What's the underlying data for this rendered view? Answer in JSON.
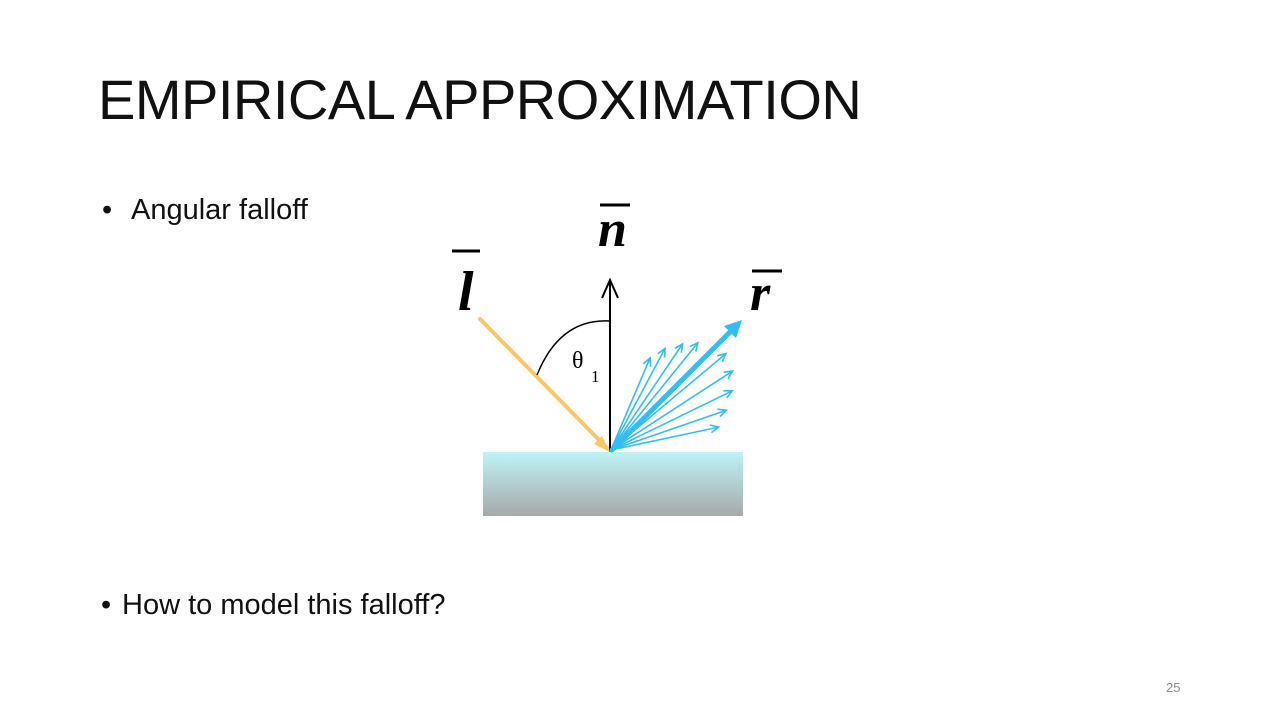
{
  "slide": {
    "title": "EMPIRICAL APPROXIMATION",
    "bullets": [
      {
        "marker": "•",
        "text": "Angular falloff"
      },
      {
        "marker": "•",
        "text": "How to model this falloff?"
      }
    ],
    "page_number": "25"
  },
  "diagram": {
    "labels": {
      "normal": "n",
      "light": "l",
      "reflection": "r",
      "angle": "θ",
      "angle_subscript": "1"
    },
    "colors": {
      "light_ray": "#fbc766",
      "reflected_rays": "#33bdf0",
      "normal": "#000000",
      "surface_top": "#bff3f6",
      "surface_bottom": "#a6a9a9"
    }
  }
}
